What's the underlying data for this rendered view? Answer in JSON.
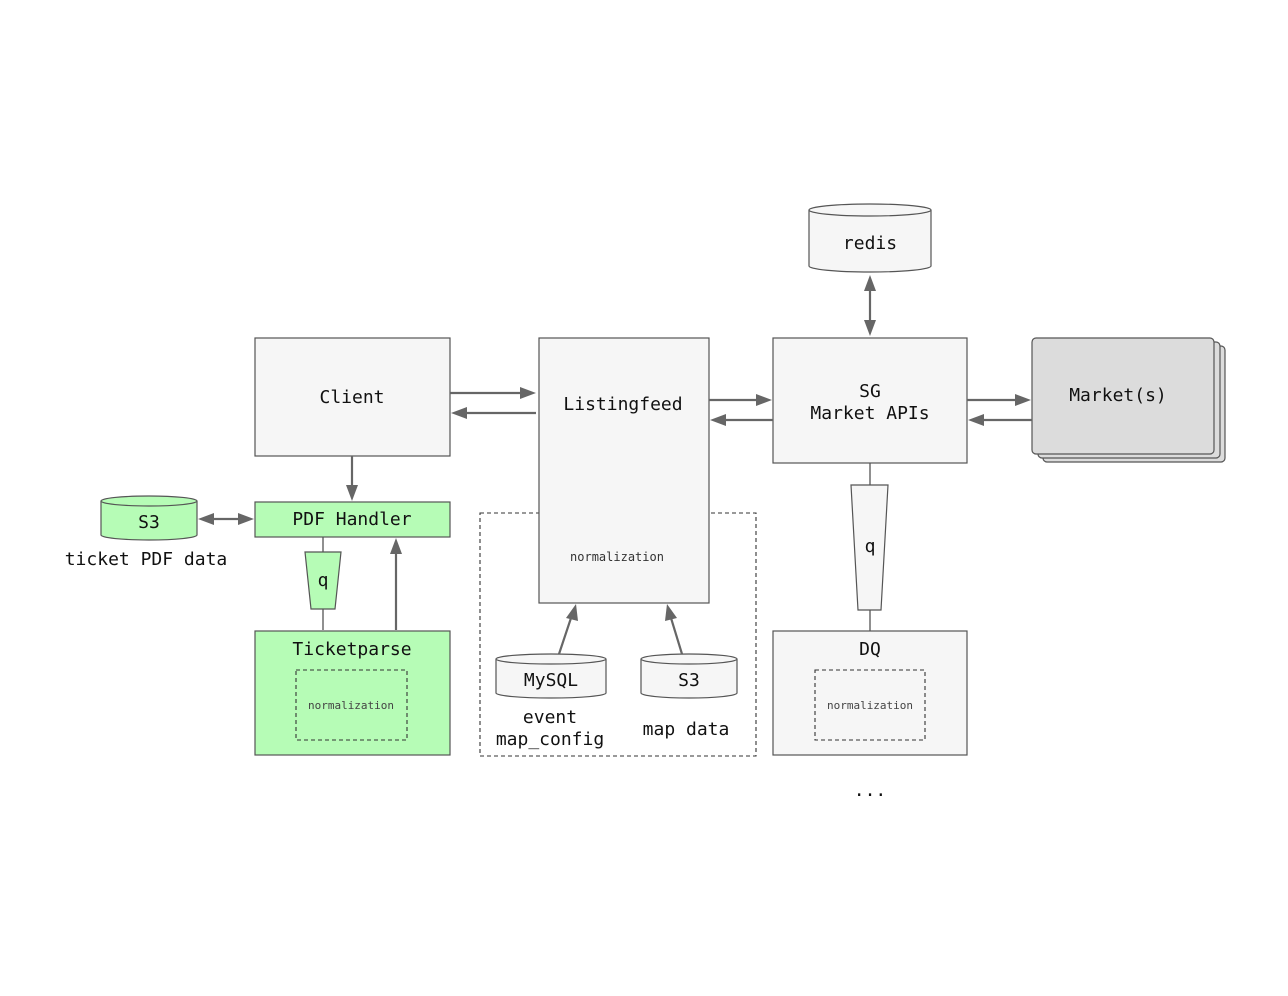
{
  "nodes": {
    "client": "Client",
    "listingfeed": "Listingfeed",
    "listingfeed_normalization": "normalization",
    "sg_line1": "SG",
    "sg_line2": "Market APIs",
    "markets": "Market(s)",
    "redis": "redis",
    "pdf_handler": "PDF Handler",
    "s3_left": "S3",
    "s3_left_caption": "ticket PDF data",
    "queue_left": "q",
    "ticketparse": "Ticketparse",
    "ticketparse_normalization": "normalization",
    "mysql": "MySQL",
    "mysql_caption_line1": "event",
    "mysql_caption_line2": "map_config",
    "s3_mid": "S3",
    "s3_mid_caption": "map data",
    "queue_right": "q",
    "dq": "DQ",
    "dq_normalization": "normalization",
    "ellipsis": "..."
  },
  "colors": {
    "box_fill": "#f6f6f6",
    "green_fill": "#b6fcb6",
    "market_fill": "#dcdcdc",
    "arrow": "#666666"
  }
}
